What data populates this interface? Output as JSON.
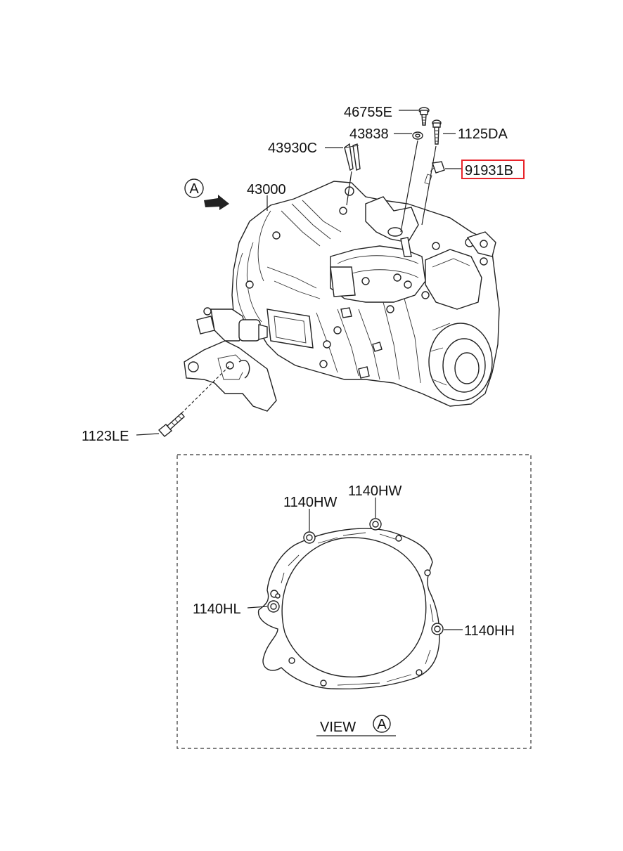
{
  "colors": {
    "line": "#222222",
    "highlight": "#e8242b",
    "background": "#ffffff"
  },
  "labels": {
    "p46755E": "46755E",
    "p43838": "43838",
    "p1125DA": "1125DA",
    "p43930C": "43930C",
    "p91931B": "91931B",
    "p43000": "43000",
    "p1123LE": "1123LE",
    "p1140HW_a": "1140HW",
    "p1140HW_b": "1140HW",
    "p1140HL": "1140HL",
    "p1140HH": "1140HH"
  },
  "view_marker": {
    "letter": "A"
  },
  "view_caption": {
    "text": "VIEW",
    "letter": "A"
  },
  "highlighted_part": "91931B"
}
